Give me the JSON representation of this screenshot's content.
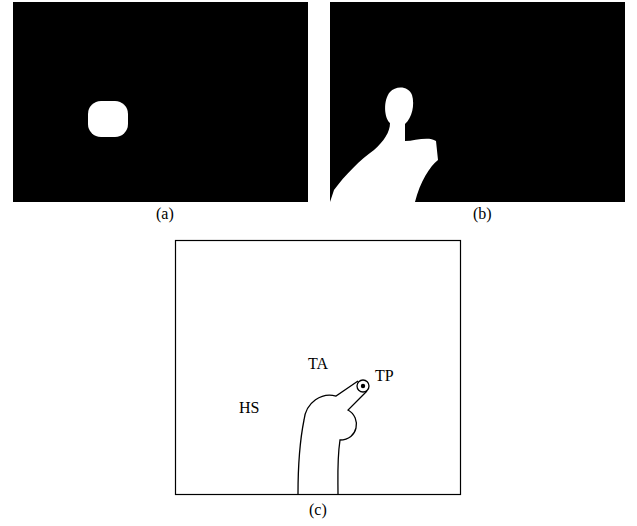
{
  "diagram": {
    "labels": [
      "(a)",
      "(b)",
      "(c)",
      "TA",
      "TP",
      "HS"
    ]
  }
}
